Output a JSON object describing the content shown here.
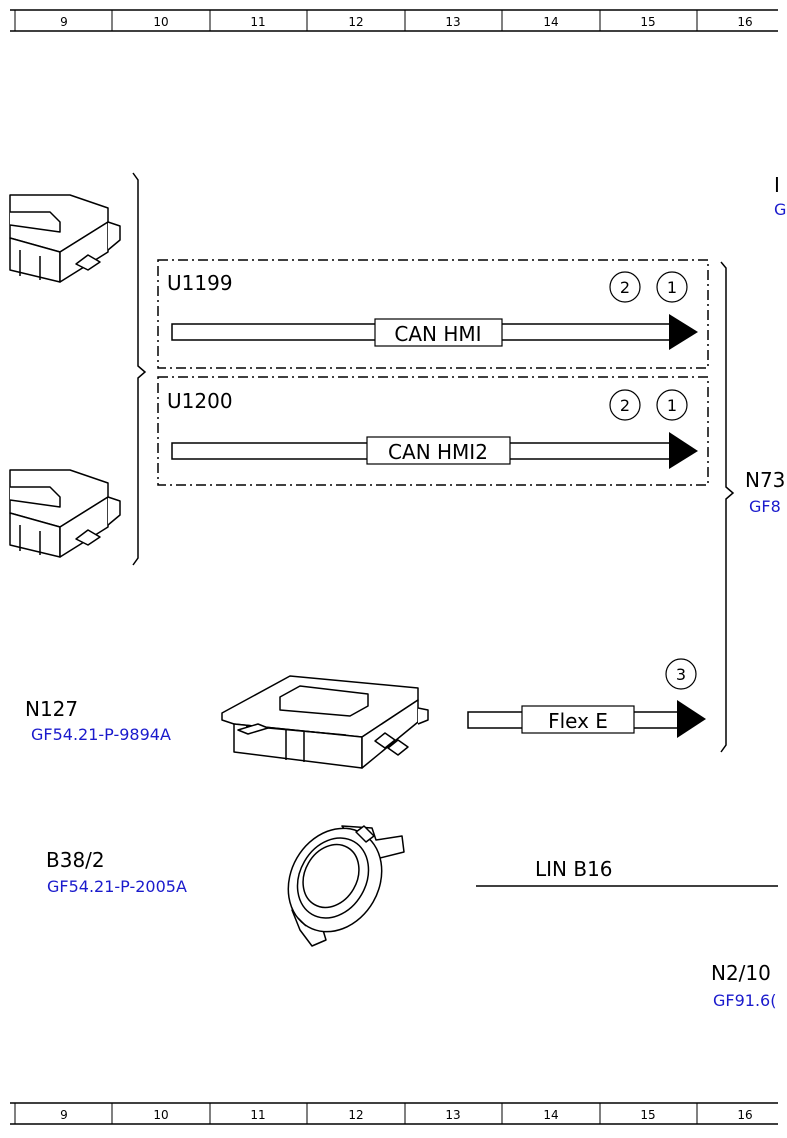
{
  "ruler": {
    "columns": [
      "9",
      "10",
      "11",
      "12",
      "13",
      "14",
      "15",
      "16"
    ]
  },
  "faults": [
    {
      "code": "U1199",
      "bus": "CAN HMI",
      "markers": [
        "2",
        "1"
      ]
    },
    {
      "code": "U1200",
      "bus": "CAN HMI2",
      "markers": [
        "2",
        "1"
      ]
    }
  ],
  "flex": {
    "bus": "Flex E",
    "marker": "3"
  },
  "components": {
    "n127": {
      "id": "N127",
      "ref": "GF54.21-P-9894A"
    },
    "b38_2": {
      "id": "B38/2",
      "ref": "GF54.21-P-2005A"
    },
    "n2_10": {
      "id": "N2/10",
      "ref": "GF91.6("
    },
    "n73": {
      "id": "N73",
      "ref": "GF8"
    },
    "top_right": {
      "id": "I",
      "ref": "G"
    }
  },
  "lin": {
    "label": "LIN B16"
  },
  "colors": {
    "line": "#000000",
    "reference": "#1a1acc"
  }
}
